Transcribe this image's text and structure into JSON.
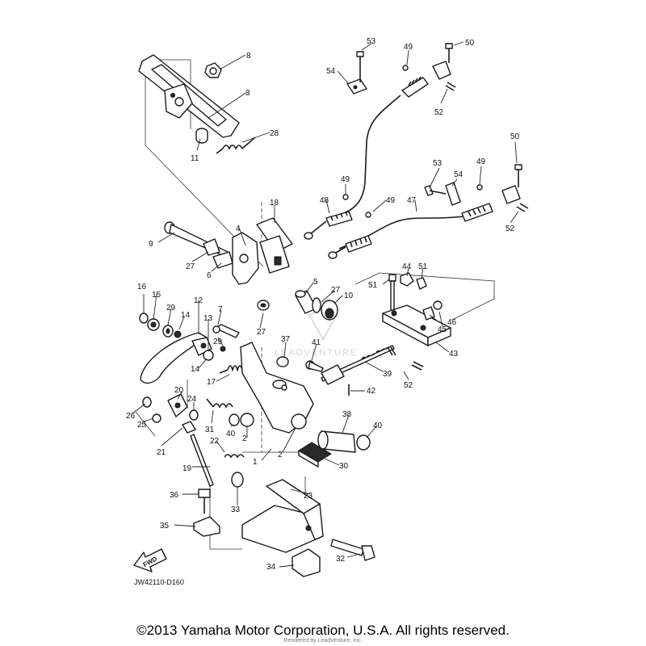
{
  "diagram": {
    "drawing_code": "JW42110-D160",
    "fwd_label": "FWD",
    "watermark": "LEADVENTURE",
    "callouts": [
      "1",
      "2",
      "2",
      "3",
      "4",
      "5",
      "6",
      "7",
      "8",
      "9",
      "10",
      "11",
      "12",
      "13",
      "14",
      "14",
      "15",
      "16",
      "17",
      "18",
      "19",
      "20",
      "21",
      "22",
      "23",
      "24",
      "25",
      "26",
      "27",
      "27",
      "27",
      "28",
      "29",
      "29",
      "30",
      "31",
      "32",
      "33",
      "34",
      "35",
      "36",
      "37",
      "38",
      "39",
      "40",
      "40",
      "41",
      "42",
      "43",
      "44",
      "45",
      "46",
      "47",
      "48",
      "49",
      "49",
      "49",
      "49",
      "50",
      "50",
      "51",
      "51",
      "52",
      "52",
      "52",
      "53",
      "53",
      "54",
      "54"
    ]
  },
  "footer": {
    "copyright": "©2013 Yamaha Motor Corporation, U.S.A. All rights reserved.",
    "rendered_by": "Rendered by LeadVenture, Inc."
  }
}
